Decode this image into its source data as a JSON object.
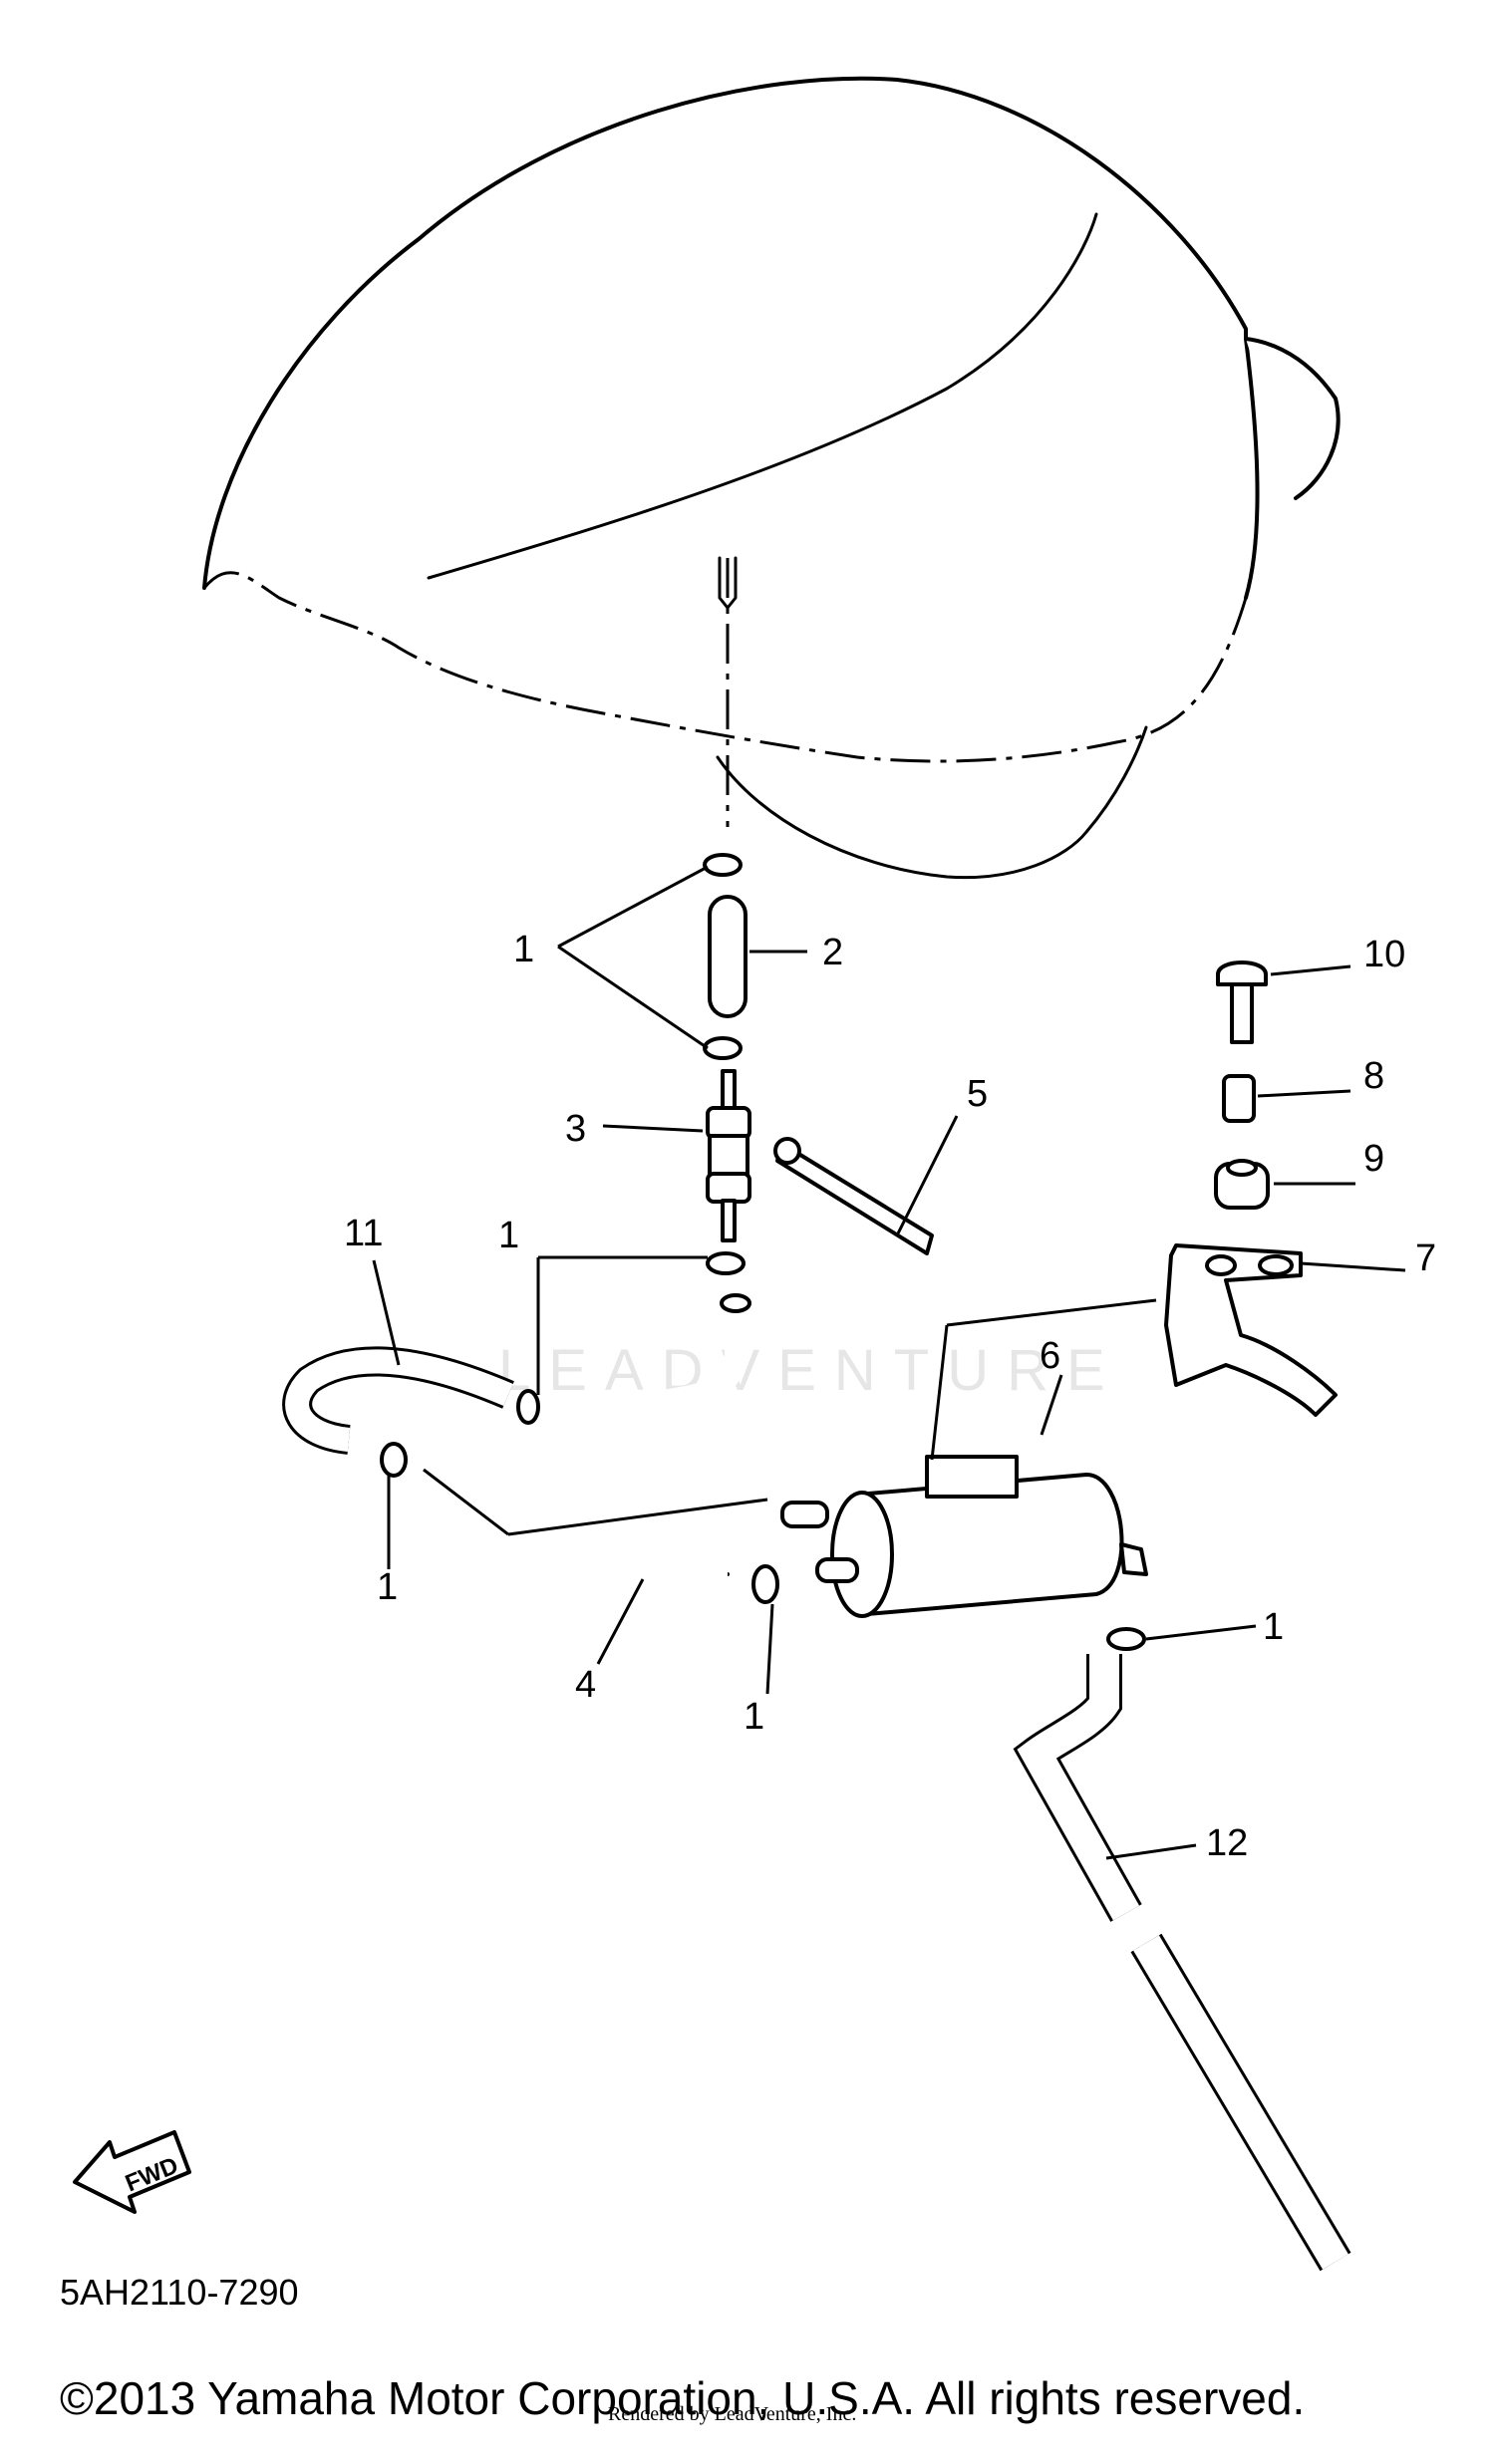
{
  "diagram": {
    "code": "5AH2110-7290",
    "copyright": "©2013 Yamaha Motor Corporation, U.S.A. All rights reserved.",
    "rendered_by": "Rendered by LeadVenture, Inc.",
    "watermark": "LEADVENTURE",
    "fwd_label": "FWD",
    "callouts": {
      "c1a": "1",
      "c1b": "1",
      "c1c": "1",
      "c1d": "1",
      "c1e": "1",
      "c2": "2",
      "c3": "3",
      "c4": "4",
      "c5": "5",
      "c6": "6",
      "c7": "7",
      "c8": "8",
      "c9": "9",
      "c10": "10",
      "c11": "11",
      "c12": "12"
    }
  }
}
